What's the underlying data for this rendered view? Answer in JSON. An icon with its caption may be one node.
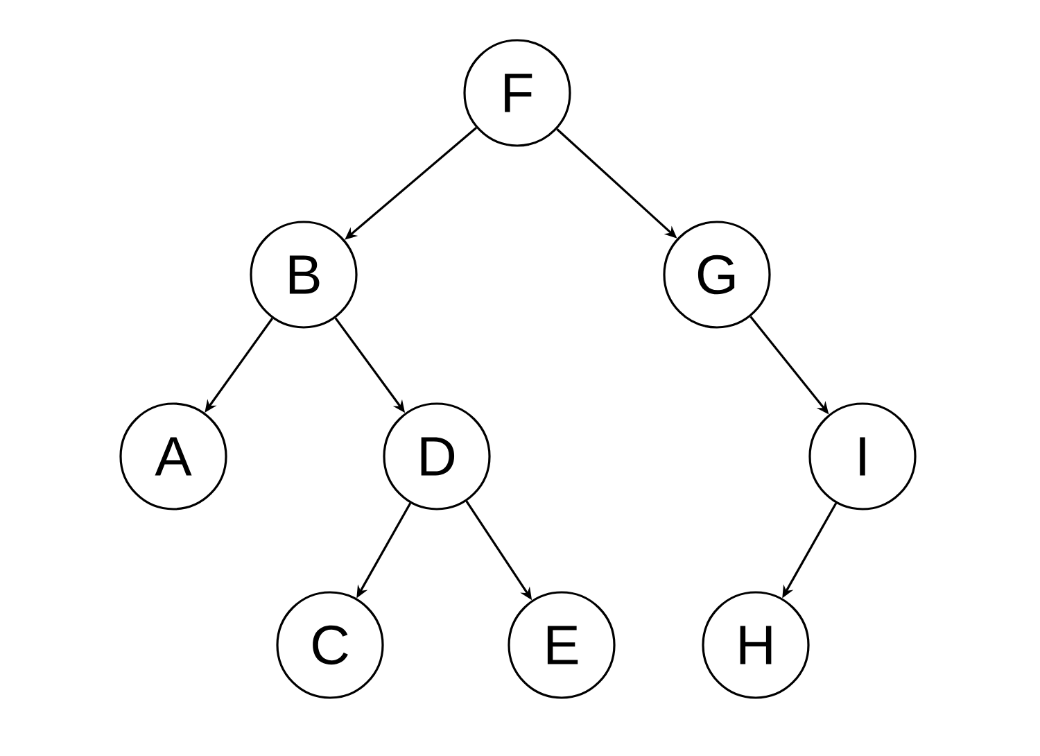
{
  "diagram": {
    "nodes": [
      {
        "text": [
          "F"
        ]
      },
      {
        "text": [
          "B"
        ]
      },
      {
        "text": [
          "G"
        ]
      },
      {
        "text": [
          "A"
        ]
      },
      {
        "text": [
          "D"
        ]
      },
      {
        "text": [
          "I"
        ]
      },
      {
        "text": [
          "C"
        ]
      },
      {
        "text": [
          "E"
        ]
      },
      {
        "text": [
          "H"
        ]
      }
    ],
    "edges": [
      {
        "from": 0,
        "to": 1,
        "arrow": "to"
      },
      {
        "from": 0,
        "to": 2,
        "arrow": "to"
      },
      {
        "from": 1,
        "to": 3,
        "arrow": "to"
      },
      {
        "from": 1,
        "to": 4,
        "arrow": "to"
      },
      {
        "from": 4,
        "to": 6,
        "arrow": "to"
      },
      {
        "from": 4,
        "to": 7,
        "arrow": "to"
      },
      {
        "from": 2,
        "to": 5,
        "arrow": "to"
      },
      {
        "from": 5,
        "to": 8,
        "arrow": "to"
      }
    ]
  }
}
